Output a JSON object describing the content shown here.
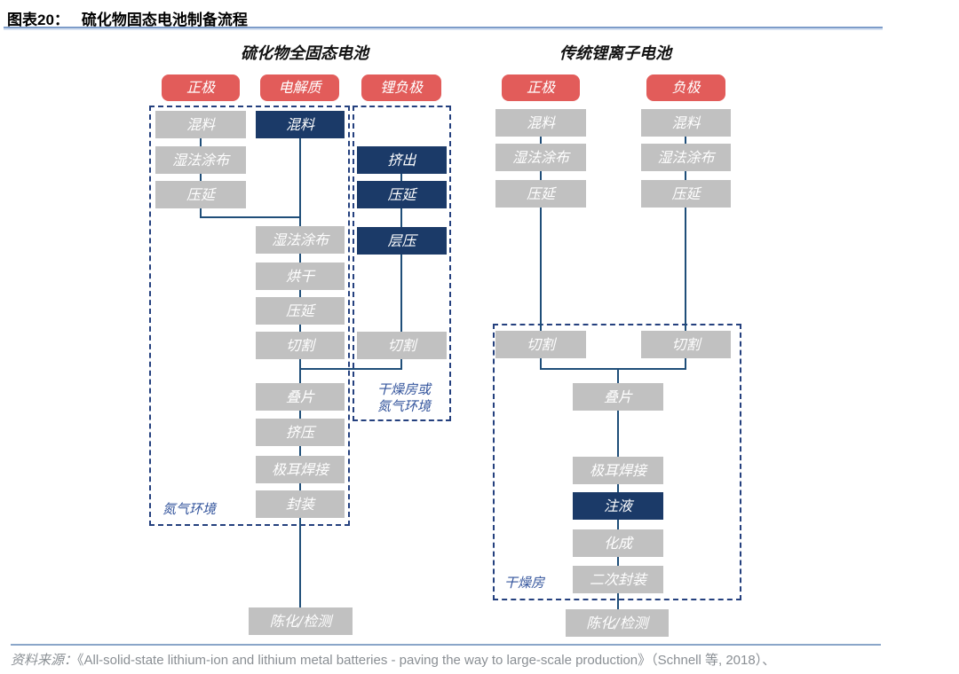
{
  "page": {
    "title_prefix": "图表20：",
    "title": "硫化物固态电池制备流程",
    "source_prefix": "资料来源：",
    "source": "《All-solid-state lithium-ion and lithium metal batteries - paving the way to large-scale production》（Schnell 等, 2018）、"
  },
  "palette": {
    "header_red": "#e25c5a",
    "highlight_navy": "#1b3a68",
    "step_gray": "#c1c1c1",
    "flow_line_blue": "#1f4e79",
    "dashed_border_blue": "#24407e",
    "env_label_blue": "#33549c"
  },
  "sulfide": {
    "section_title": "硫化物全固态电池",
    "headers": {
      "cathode": "正极",
      "electrolyte": "电解质",
      "anode": "锂负极"
    },
    "cathode_steps": [
      "混料",
      "湿法涂布",
      "压延"
    ],
    "electrolyte_steps": [
      "混料",
      "湿法涂布",
      "烘干",
      "压延",
      "切割",
      "叠片",
      "挤压",
      "极耳焊接",
      "封装"
    ],
    "anode_steps": [
      "挤出",
      "压延",
      "层压",
      "切割"
    ],
    "final_step": "陈化/检测",
    "nitrogen_env_label": "氮气环境",
    "anode_env_label_line1": "干燥房或",
    "anode_env_label_line2": "氮气环境"
  },
  "traditional": {
    "section_title": "传统锂离子电池",
    "headers": {
      "cathode": "正极",
      "anode": "负极"
    },
    "cathode_steps": [
      "混料",
      "湿法涂布",
      "压延",
      "切割"
    ],
    "anode_steps": [
      "混料",
      "湿法涂布",
      "压延",
      "切割"
    ],
    "shared_steps": [
      "叠片",
      "极耳焊接",
      "注液",
      "化成",
      "二次封装"
    ],
    "final_step": "陈化/检测",
    "dry_room_label": "干燥房"
  }
}
